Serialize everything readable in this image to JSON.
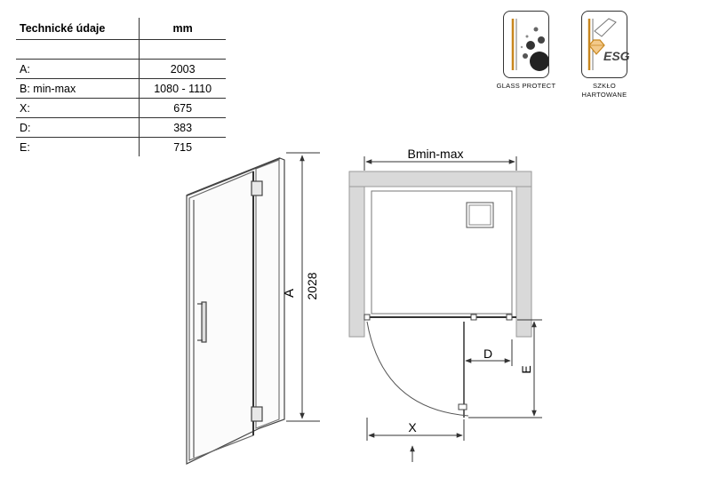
{
  "table": {
    "header": {
      "label": "Technické údaje",
      "unit": "mm"
    },
    "rows": [
      {
        "label": "",
        "value": ""
      },
      {
        "label": "A:",
        "value": "2003"
      },
      {
        "label": "B: min-max",
        "value": "1080 - 1110"
      },
      {
        "label": "X:",
        "value": "675"
      },
      {
        "label": "D:",
        "value": "383"
      },
      {
        "label": "E:",
        "value": "715"
      }
    ]
  },
  "badges": {
    "glass_protect": "GLASS PROTECT",
    "esg": {
      "logo": "ESG",
      "line1": "SZKŁO",
      "line2": "HARTOWANE"
    }
  },
  "front_view": {
    "dim_letter": "A",
    "dim_value": "2028"
  },
  "plan_view": {
    "width_label": "Bmin-max",
    "d_label": "D",
    "e_label": "E",
    "x_label": "X"
  }
}
